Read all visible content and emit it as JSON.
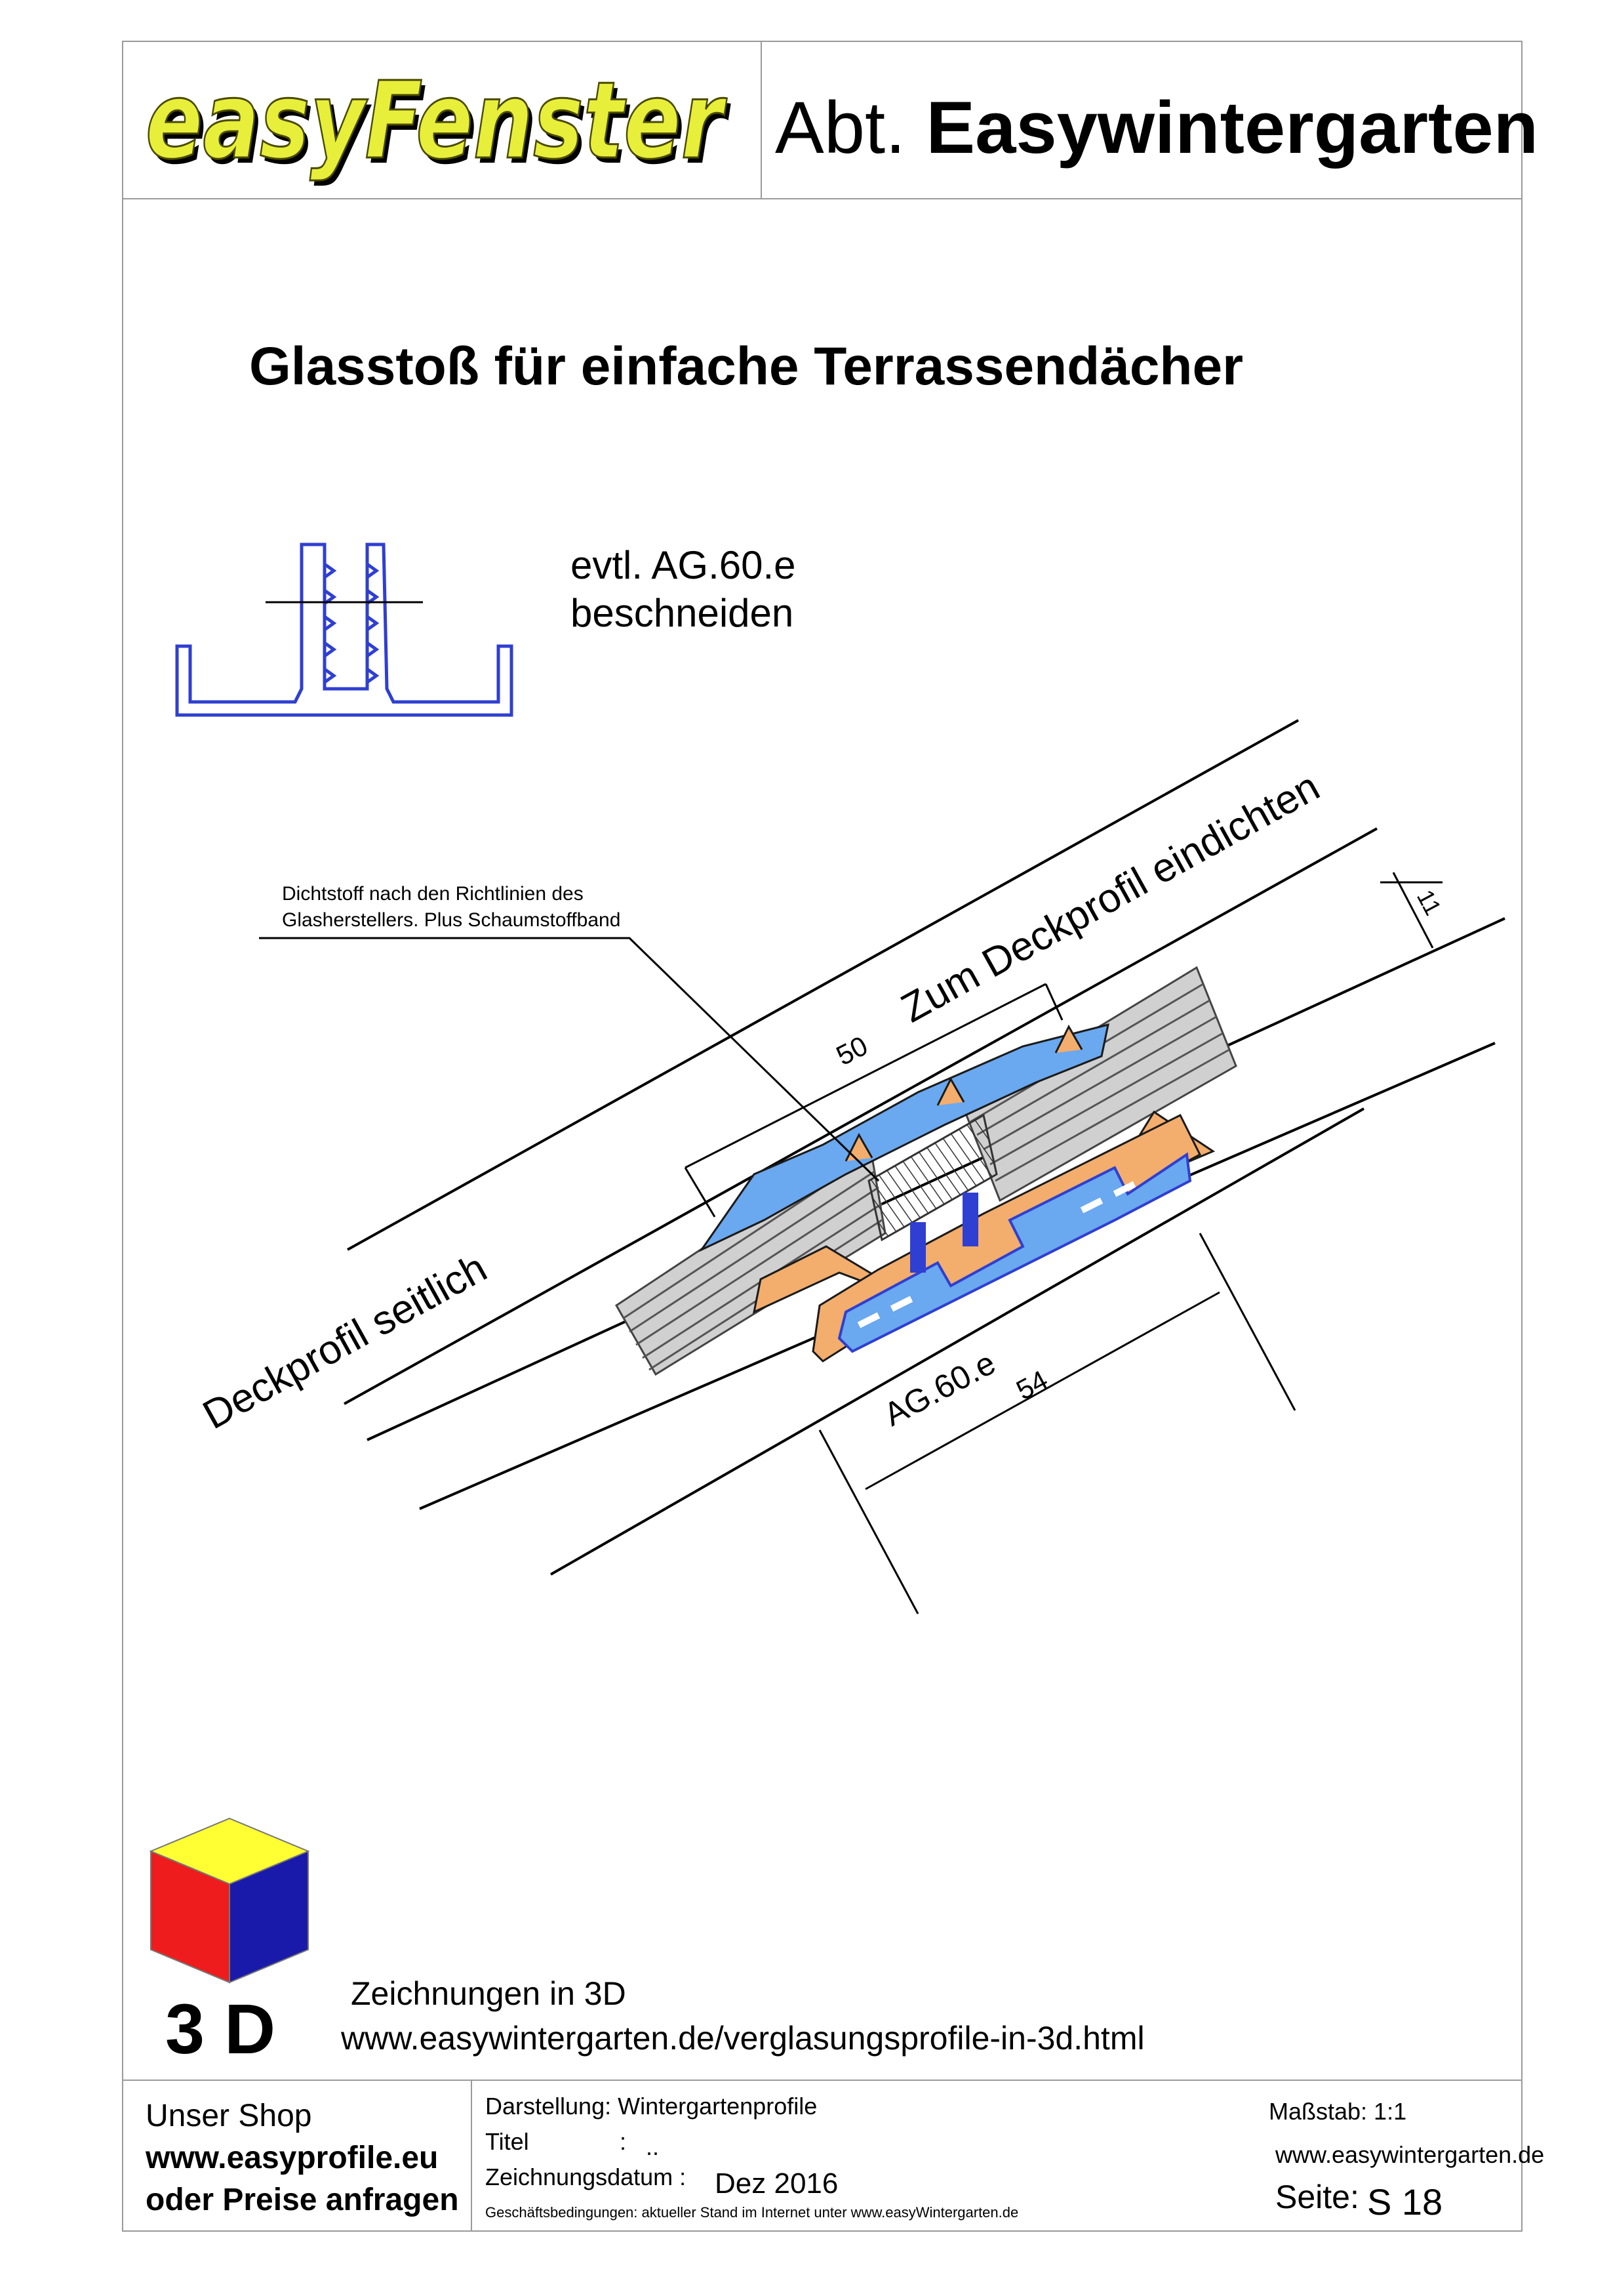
{
  "header": {
    "logo_text": "easyFenster",
    "dept_prefix": "Abt.",
    "dept_name": "Easywintergarten"
  },
  "title": "Glasstoß für einfache Terrassendächer",
  "diagram": {
    "note_line1": "evtl. AG.60.e",
    "note_line2": "beschneiden",
    "sealant_line1": "Dichtstoff nach den Richtlinien des",
    "sealant_line2": "Glasherstellers. Plus Schaumstoffband",
    "label_top": "Zum Deckprofil eindichten",
    "label_side": "Deckprofil seitlich",
    "profile_label": "AG.60.e",
    "dim_50": "50",
    "dim_54": "54",
    "dim_11": "11",
    "colors": {
      "cover": "#6aa8ef",
      "base": "#f3ad6c",
      "profile": "#2f3fd1"
    }
  },
  "info3d": {
    "cube_label": "3 D",
    "title": "Zeichnungen in 3D",
    "url": "www.easywintergarten.de/verglasungsprofile-in-3d.html"
  },
  "footer": {
    "shop_label": "Unser Shop",
    "shop_url": "www.easyprofile.eu",
    "shop_request": "oder Preise anfragen",
    "darstellung": "Darstellung: Wintergartenprofile",
    "titel_label": "Titel",
    "titel_colon": ":",
    "titel_value": "..",
    "datum_label": "Zeichnungsdatum :",
    "datum_value": "Dez 2016",
    "terms": "Geschäftsbedingungen: aktueller Stand im Internet  unter www.easyWintergarten.de",
    "scale": "Maßstab: 1:1",
    "website": "www.easywintergarten.de",
    "page_label": "Seite:",
    "page_value": "S 18"
  }
}
